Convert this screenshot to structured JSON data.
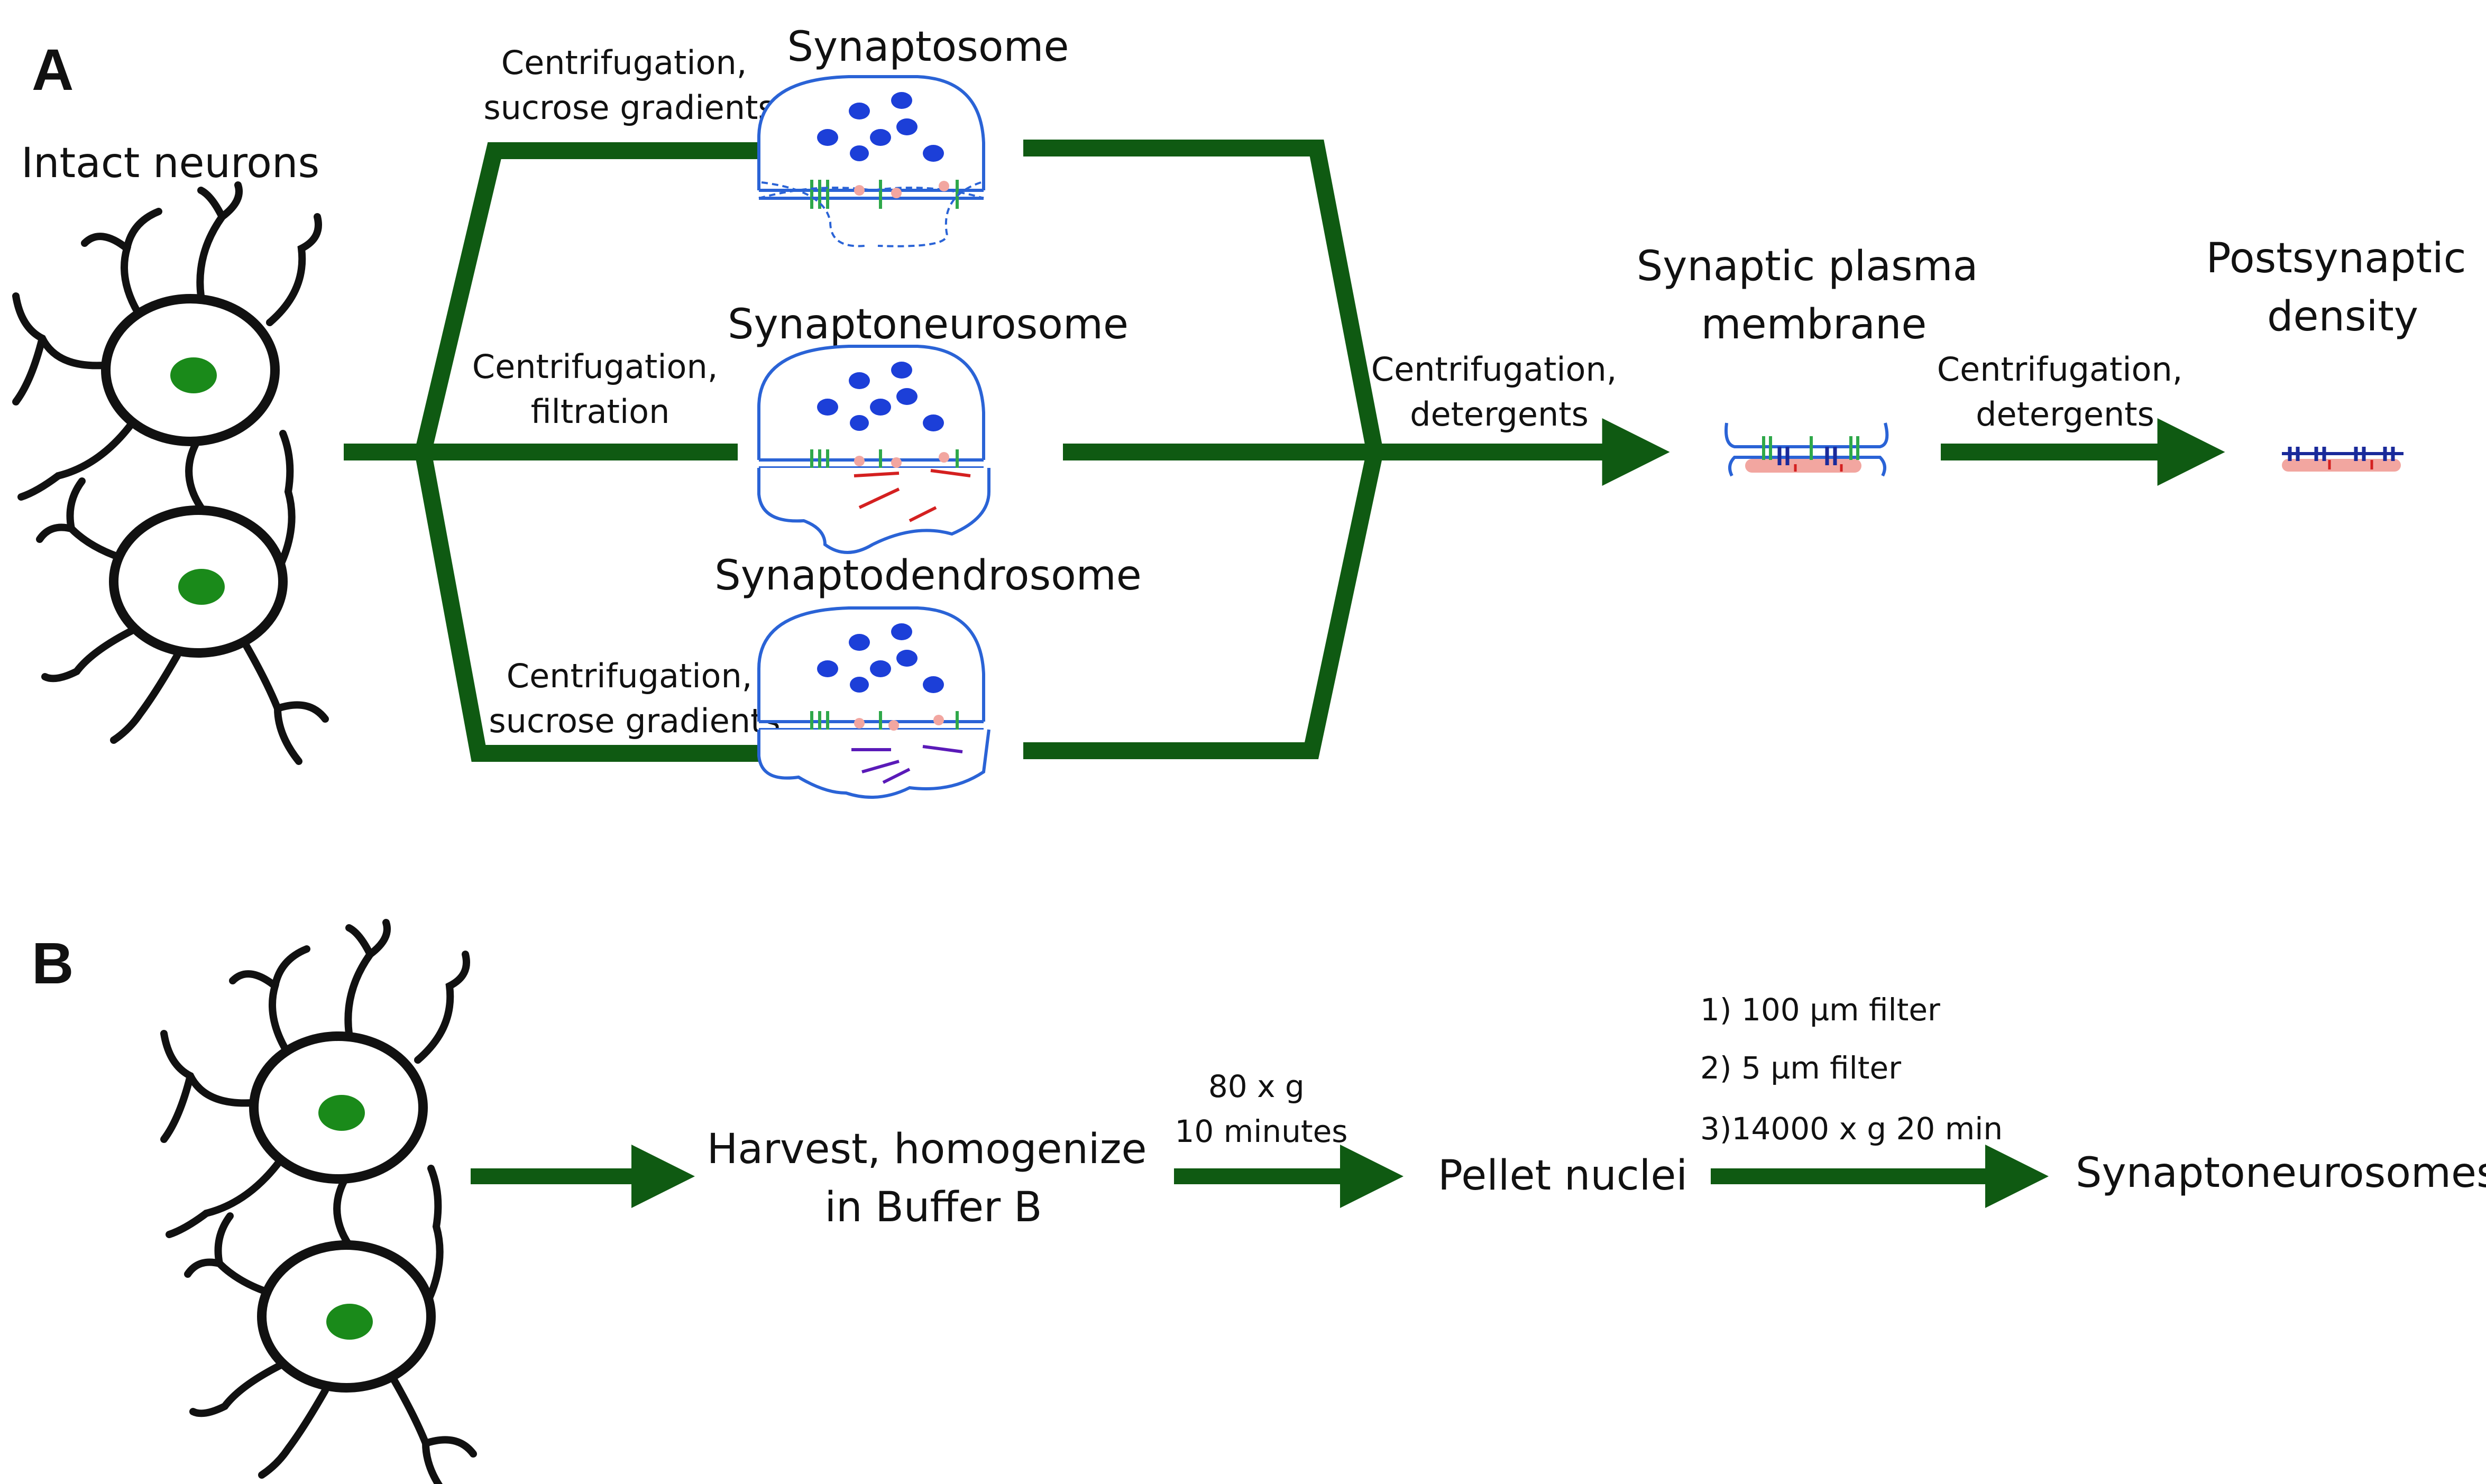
{
  "panel_a": {
    "label": "A",
    "intact_neurons": "Intact neurons",
    "synaptosome": "Synaptosome",
    "synaptoneurosome": "Synaptoneurosome",
    "synaptodendrosome": "Synaptodendrosome",
    "top_method": [
      "Centrifugation,",
      "sucrose gradients"
    ],
    "mid_method": [
      "Centrifugation,",
      "filtration"
    ],
    "bottom_method": [
      "Centrifugation,",
      "sucrose gradients"
    ],
    "to_spm_method": [
      "Centrifugation,",
      "detergents"
    ],
    "spm_label": [
      "Synaptic plasma",
      "membrane"
    ],
    "to_psd_method": [
      "Centrifugation,",
      "detergents"
    ],
    "psd_label": [
      "Postsynaptic",
      "density"
    ]
  },
  "panel_b": {
    "label": "B",
    "harvest": [
      "Harvest, homogenize",
      "in Buffer B"
    ],
    "spin_method": [
      "80 x g",
      "10 minutes"
    ],
    "pellet": "Pellet nuclei",
    "filter_steps": [
      "1) 100 µm filter",
      "2) 5 µm filter",
      "3)14000 x g 20 min"
    ],
    "result": "Synaptoneurosomes"
  },
  "colors": {
    "arrow_green": "#0f5a12",
    "nucleus_green": "#1a8a1a",
    "membrane_blue": "#2a63d6",
    "vesicle_blue": "#1c3fd8",
    "receptor_green": "#2fa84a",
    "density_pink": "#f2a6a0",
    "actin_red": "#d42020",
    "process_purple": "#5a1ab8",
    "psd_navy": "#1a2a9a"
  }
}
